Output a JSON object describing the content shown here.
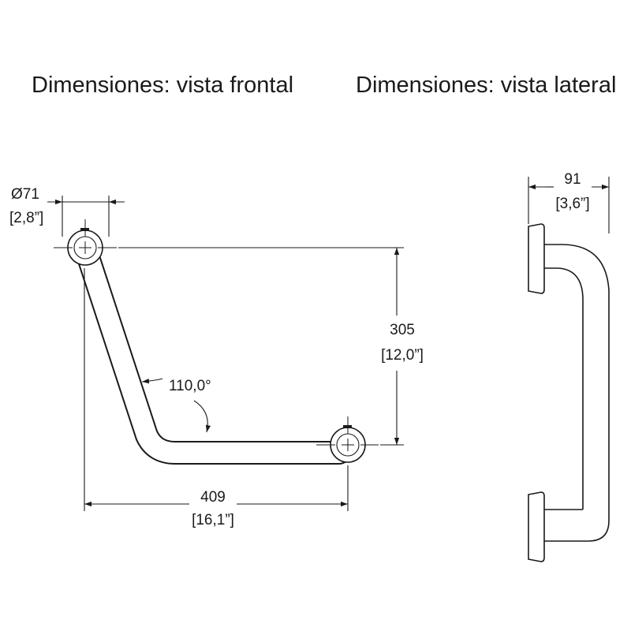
{
  "titles": {
    "front": "Dimensiones: vista frontal",
    "side": "Dimensiones: vista lateral"
  },
  "front_view": {
    "flange_diameter": "Ø71",
    "flange_diameter_in": "[2,8”]",
    "height": "305",
    "height_in": "[12,0”]",
    "angle": "110,0°",
    "width": "409",
    "width_in": "[16,1”]"
  },
  "side_view": {
    "depth": "91",
    "depth_in": "[3,6”]"
  }
}
